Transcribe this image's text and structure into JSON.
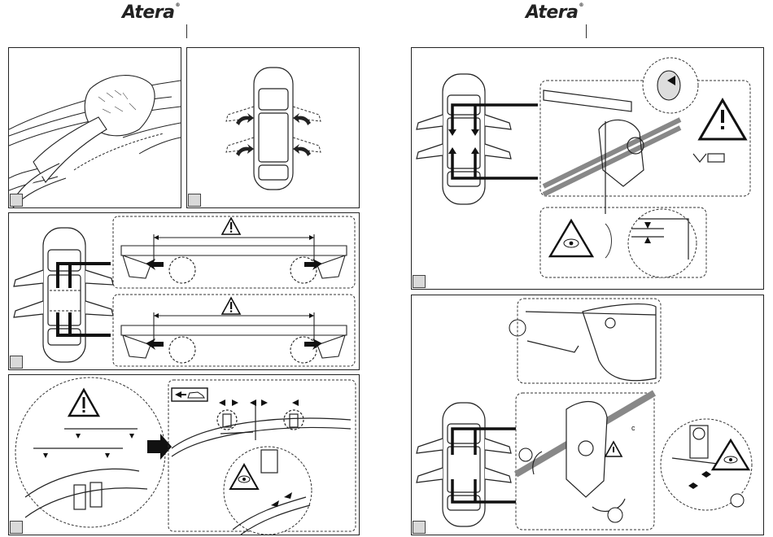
{
  "brand": {
    "left_logo": "Atera",
    "right_logo": "Atera",
    "trademark": "®"
  },
  "icons": {
    "warning": "warning-triangle-icon",
    "eye_warning": "eye-warning-icon",
    "car_arrow": "car-direction-icon",
    "allen_key": "allen-key-icon"
  },
  "labels": {
    "dimension_c": "c"
  }
}
